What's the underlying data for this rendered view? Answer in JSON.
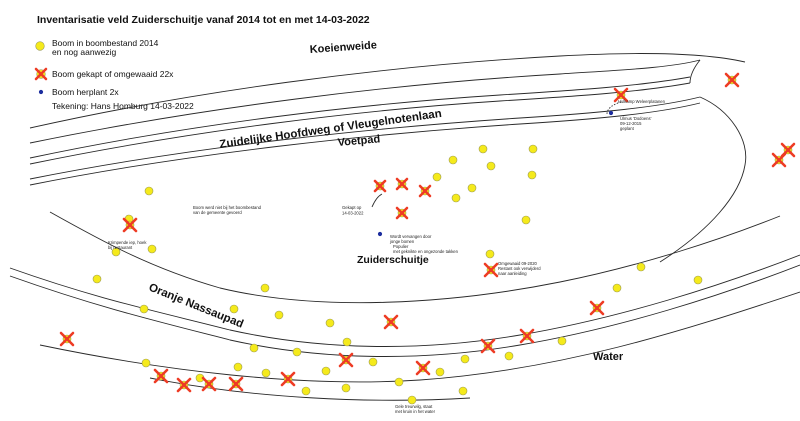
{
  "title": "Inventarisatie veld Zuiderschuitje vanaf 2014 tot en met 14-03-2022",
  "legend": {
    "existing": "Boom in boombestand 2014\nen nog aanwezig",
    "removed": "Boom gekapt of omgewaaid  22x",
    "planted": "Boom herplant  2x",
    "credit": "Tekening: Hans Homburg 14-03-2022"
  },
  "labels": {
    "koeienweide": "Koeienweide",
    "hoofdweg": "Zuidelijke Hoofdweg  of  Vleugelnotenlaan",
    "voetpad": "Voetpad",
    "zuiderschuitje": "Zuiderschuitje",
    "oranje": "Oranje Nassaupad",
    "water": "Water"
  },
  "colors": {
    "tree_fill": "#f5ea1b",
    "removed": "#ee3b24",
    "planted": "#1c2d9e",
    "lines": "#2a2a2a"
  },
  "notes": {
    "gekapt": "Gekapt op\n14-03-2022",
    "n1": "Wordt vervangen door\njonge bomen",
    "n2": "Hulkamp Weleerplatanen",
    "n3": "Krimpende iep, hoek\nbij restaurant",
    "n4": "Boom werd niet bij het boombestand\nvan de gemeente gevoerd",
    "n5": "Ulmus 'Dodoens'\n09-12-2015\ngeplant",
    "n6": "Populier\nmet geknikte en ongezonde takken",
    "n7": "Omgewaaid 09-2020\nRestant ook verwijderd\nnaar aanleiding",
    "n8": "Gele treurwilg, staat\nmet kruin in het water"
  }
}
